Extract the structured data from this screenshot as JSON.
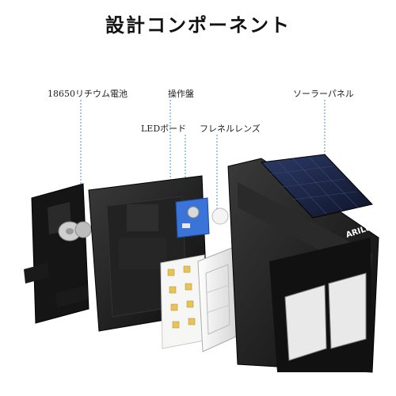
{
  "title": "設計コンポーネント",
  "labels": {
    "battery": "18650リチウム電池",
    "control_board": "操作盤",
    "led_board": "LEDボード",
    "fresnel_lens": "フレネルレンズ",
    "solar_panel": "ソーラーパネル"
  },
  "brand": "ARILUX",
  "colors": {
    "callout_line": "#4a8fe0",
    "housing": "#1c1c1c",
    "solar_cell": "#1a2340",
    "board_blue": "#3a74d8",
    "lens_white": "#f2f2f2"
  }
}
